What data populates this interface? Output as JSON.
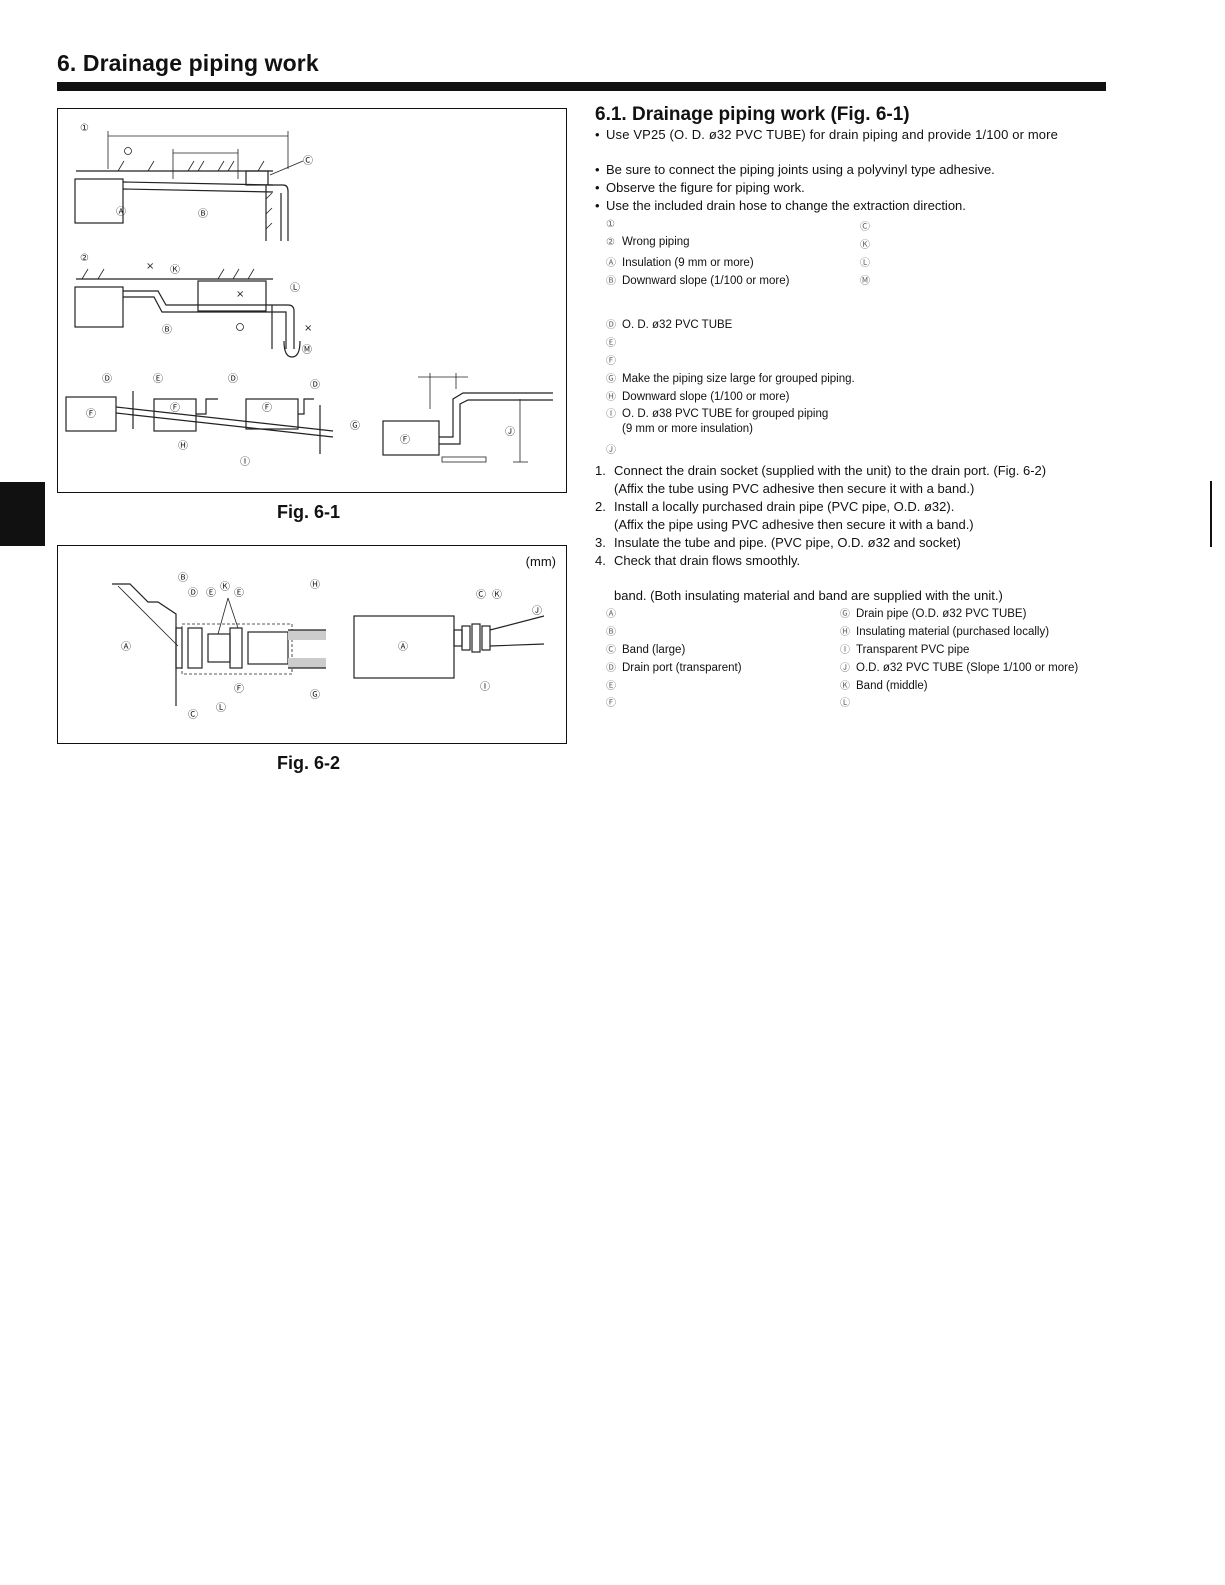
{
  "page": {
    "title": "6.  Drainage piping work"
  },
  "fig1": {
    "caption": "Fig. 6-1",
    "marks": {
      "m1": "①",
      "m2": "②",
      "A": "Ⓐ",
      "B": "Ⓑ",
      "C": "Ⓒ",
      "D": "Ⓓ",
      "E": "Ⓔ",
      "F": "Ⓕ",
      "G": "Ⓖ",
      "H": "Ⓗ",
      "I": "Ⓘ",
      "J": "Ⓙ",
      "K": "Ⓚ",
      "L": "Ⓛ",
      "M": "Ⓜ",
      "cross": "×",
      "circle": "○"
    }
  },
  "fig2": {
    "caption": "Fig. 6-2",
    "unit": "(mm)"
  },
  "section": {
    "heading": "6.1.  Drainage piping work (Fig. 6-1)",
    "bullets": [
      "Use VP25 (O. D. ø32 PVC TUBE) for drain piping and provide 1/100 or more",
      "Be sure to connect the piping joints using a polyvinyl type adhesive.",
      "Observe the figure for piping work.",
      "Use the included drain hose to change the extraction direction."
    ],
    "bullet_char": "•",
    "legend_left": [
      {
        "sym": "①",
        "text": ""
      },
      {
        "sym": "②",
        "text": "Wrong piping"
      },
      {
        "sym": "Ⓐ",
        "text": "Insulation (9 mm or more)"
      },
      {
        "sym": "Ⓑ",
        "text": "Downward slope (1/100 or more)"
      },
      {
        "sym": "Ⓓ",
        "text": "O. D. ø32 PVC TUBE"
      },
      {
        "sym": "Ⓔ",
        "text": ""
      },
      {
        "sym": "Ⓕ",
        "text": ""
      },
      {
        "sym": "Ⓖ",
        "text": "Make the piping size large for grouped piping."
      },
      {
        "sym": "Ⓗ",
        "text": "Downward slope (1/100 or more)"
      },
      {
        "sym": "Ⓘ",
        "text": "O. D. ø38 PVC TUBE for grouped piping"
      },
      {
        "sym": "",
        "text": "(9 mm or more insulation)"
      },
      {
        "sym": "Ⓙ",
        "text": ""
      }
    ],
    "legend_right": [
      {
        "sym": "Ⓒ",
        "text": ""
      },
      {
        "sym": "Ⓚ",
        "text": ""
      },
      {
        "sym": "Ⓛ",
        "text": ""
      },
      {
        "sym": "Ⓜ",
        "text": ""
      }
    ],
    "steps": [
      {
        "num": "1.",
        "text": "Connect the drain socket (supplied with the unit) to the drain port. (Fig. 6-2)",
        "sub": "(Affix the tube using PVC adhesive then secure it with a band.)"
      },
      {
        "num": "2.",
        "text": "Install a locally purchased drain pipe (PVC pipe, O.D. ø32).",
        "sub": "(Affix the pipe using PVC adhesive then secure it with a band.)"
      },
      {
        "num": "3.",
        "text": "Insulate the tube and pipe. (PVC pipe, O.D. ø32 and socket)",
        "sub": ""
      },
      {
        "num": "4.",
        "text": "Check that drain flows smoothly.",
        "sub": ""
      }
    ],
    "band_note": "band. (Both insulating material and band are supplied with the unit.)",
    "legend2_left": [
      {
        "sym": "Ⓐ",
        "text": ""
      },
      {
        "sym": "Ⓑ",
        "text": ""
      },
      {
        "sym": "Ⓒ",
        "text": "Band (large)"
      },
      {
        "sym": "Ⓓ",
        "text": "Drain port (transparent)"
      },
      {
        "sym": "Ⓔ",
        "text": ""
      },
      {
        "sym": "Ⓕ",
        "text": ""
      }
    ],
    "legend2_right": [
      {
        "sym": "Ⓖ",
        "text": "Drain pipe (O.D. ø32 PVC TUBE)"
      },
      {
        "sym": "Ⓗ",
        "text": "Insulating material (purchased locally)"
      },
      {
        "sym": "Ⓘ",
        "text": "Transparent PVC pipe"
      },
      {
        "sym": "Ⓙ",
        "text": "O.D. ø32 PVC TUBE (Slope 1/100 or more)"
      },
      {
        "sym": "Ⓚ",
        "text": "Band (middle)"
      },
      {
        "sym": "Ⓛ",
        "text": ""
      }
    ]
  }
}
